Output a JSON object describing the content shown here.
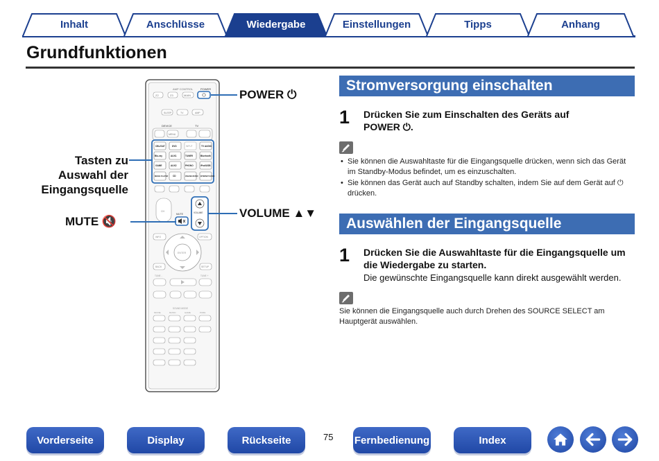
{
  "tabs": [
    {
      "label": "Inhalt",
      "active": false
    },
    {
      "label": "Anschlüsse",
      "active": false
    },
    {
      "label": "Wiedergabe",
      "active": true
    },
    {
      "label": "Einstellungen",
      "active": false
    },
    {
      "label": "Tipps",
      "active": false
    },
    {
      "label": "Anhang",
      "active": false
    }
  ],
  "page": {
    "title": "Grundfunktionen",
    "number": "75"
  },
  "remote": {
    "callouts": {
      "power": "POWER ⏻",
      "input_keys": [
        "Tasten zu",
        "Auswahl der",
        "Eingangsquelle"
      ],
      "mute": "MUTE 🔇",
      "volume": "VOLUME ▲▼"
    },
    "labels": {
      "amp_control": "AMP CONTROL",
      "power": "POWER",
      "zone2": "Z2",
      "zone3": "Z3",
      "main": "MAIN",
      "sleep": "SLEEP",
      "tv": "TV",
      "amp": "AMP",
      "device": "DEVICE",
      "tv_group": "TV",
      "menu": "MENU",
      "input": "INPUT",
      "cbl_sat": "CBL/SAT",
      "dvd": "DVD",
      "tv_audio": "TV AUDIO",
      "bluray": "Blu-ray",
      "aux1": "AUX1",
      "tuner": "TUNER",
      "bluetooth": "Bluetooth",
      "game": "GAME",
      "aux2": "AUX2",
      "phono": "PHONO",
      "usb": "iPod/USB",
      "media_player": "MEDIA PLAYER",
      "cd": "CD",
      "online_music": "ONLINE MUSIC",
      "internet_radio": "INTERNET RADIO",
      "ch": "CH",
      "mute": "MUTE",
      "volume": "VOLUME",
      "info": "INFO",
      "option": "OPTION",
      "enter": "ENTER",
      "back": "BACK",
      "setup": "SETUP",
      "tune_minus": "TUNE -",
      "tune_plus": "TUNE +",
      "sound_mode": "SOUND MODE",
      "movie": "MOVIE",
      "music": "MUSIC",
      "game_mode": "GAME",
      "pure": "PURE"
    }
  },
  "section1": {
    "heading": "Stromversorgung einschalten",
    "step_number": "1",
    "step_text": "Drücken Sie zum Einschalten des Geräts auf POWER ⏻.",
    "notes": [
      "Sie können die Auswahltaste für die Eingangsquelle drücken, wenn sich das Gerät im Standby-Modus befindet, um es einzuschalten.",
      "Sie können das Gerät auch auf Standby schalten, indem Sie auf dem Gerät auf ⏻ drücken."
    ]
  },
  "section2": {
    "heading": "Auswählen der Eingangsquelle",
    "step_number": "1",
    "step_text": "Drücken Sie die Auswahltaste für die Eingangsquelle um die Wiedergabe zu starten.",
    "step_sub": "Die gewünschte Eingangsquelle kann direkt ausgewählt werden.",
    "note": "Sie können die Eingangsquelle auch durch Drehen des SOURCE SELECT am Hauptgerät auswählen."
  },
  "nav": {
    "front": "Vorderseite",
    "display": "Display",
    "rear": "Rückseite",
    "remote": "Fernbedienung",
    "index": "Index"
  },
  "colors": {
    "brand_blue": "#1b3f8f",
    "heading_blue": "#3d6db3",
    "highlight_blue": "#2d6db5"
  }
}
